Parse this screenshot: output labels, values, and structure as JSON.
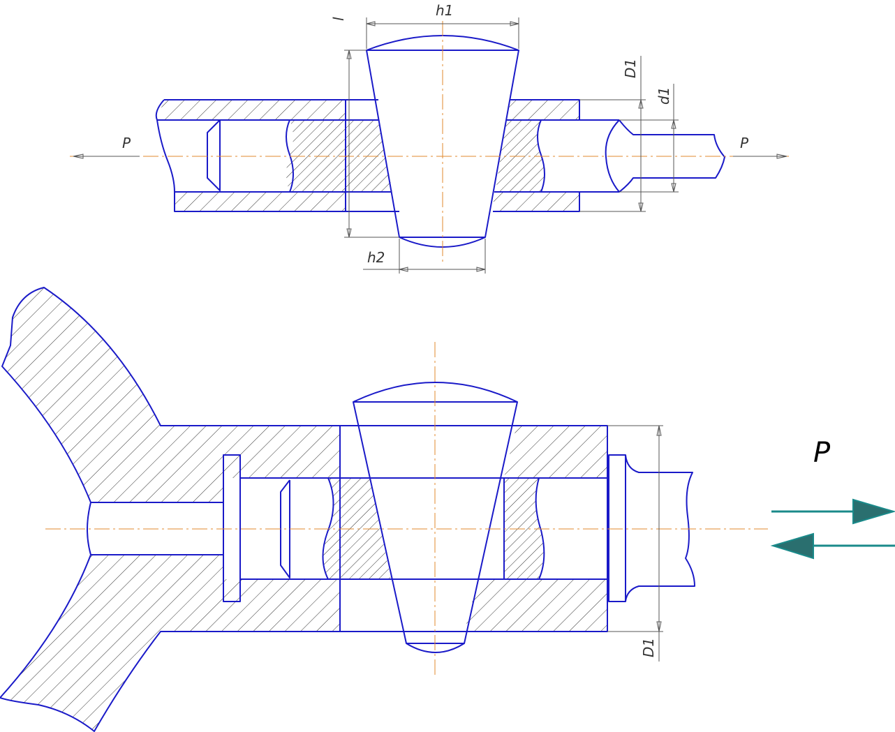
{
  "labels": {
    "h1": "h1",
    "h2": "h2",
    "l": "l",
    "D1_top": "D1",
    "d1": "d1",
    "P_left": "P",
    "P_right": "P",
    "D1_bottom": "D1",
    "P_big": "P"
  },
  "colors": {
    "outline": "#1a1ac8",
    "axis": "#e08a2e",
    "dimension": "#555555",
    "force_arrow": "#1a8a8a"
  }
}
